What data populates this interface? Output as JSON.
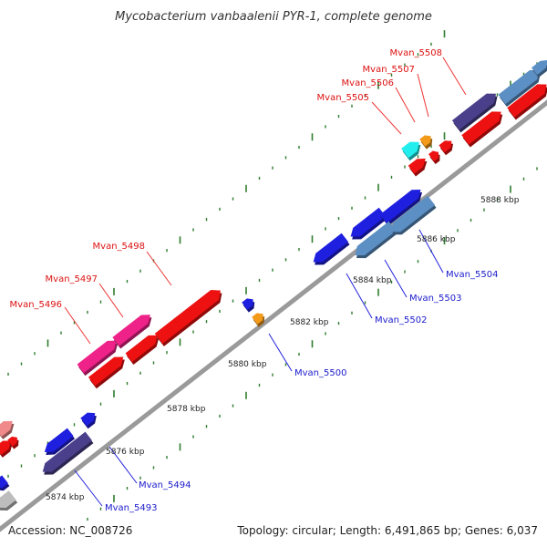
{
  "title": "Mycobacterium vanbaalenii PYR-1, complete genome",
  "footer": {
    "accession": "Accession: NC_008726",
    "summary": "Topology: circular; Length: 6,491,865 bp; Genes: 6,037"
  },
  "colors": {
    "backbone": "#9a9a9a",
    "tick": "#2e7d2e",
    "label_forward": "#dd1111",
    "label_reverse": "#1a1acc",
    "leader_forward": "#ee3333",
    "leader_reverse": "#2222dd"
  },
  "kbp_labels": [
    {
      "text": "5874 kbp",
      "kbp": 5874
    },
    {
      "text": "5876 kbp",
      "kbp": 5876
    },
    {
      "text": "5878 kbp",
      "kbp": 5878
    },
    {
      "text": "5880 kbp",
      "kbp": 5880
    },
    {
      "text": "5882 kbp",
      "kbp": 5882
    },
    {
      "text": "5884 kbp",
      "kbp": 5884
    },
    {
      "text": "5886 kbp",
      "kbp": 5886
    },
    {
      "text": "5888 kbp",
      "kbp": 5888
    }
  ],
  "gene_labels": [
    {
      "text": "Mvan_5496",
      "strand": "forward"
    },
    {
      "text": "Mvan_5497",
      "strand": "forward"
    },
    {
      "text": "Mvan_5498",
      "strand": "forward"
    },
    {
      "text": "Mvan_5505",
      "strand": "forward"
    },
    {
      "text": "Mvan_5506",
      "strand": "forward"
    },
    {
      "text": "Mvan_5507",
      "strand": "forward"
    },
    {
      "text": "Mvan_5508",
      "strand": "forward"
    },
    {
      "text": "Mvan_5493",
      "strand": "reverse"
    },
    {
      "text": "Mvan_5494",
      "strand": "reverse"
    },
    {
      "text": "Mvan_5500",
      "strand": "reverse"
    },
    {
      "text": "Mvan_5502",
      "strand": "reverse"
    },
    {
      "text": "Mvan_5503",
      "strand": "reverse"
    },
    {
      "text": "Mvan_5504",
      "strand": "reverse"
    }
  ]
}
